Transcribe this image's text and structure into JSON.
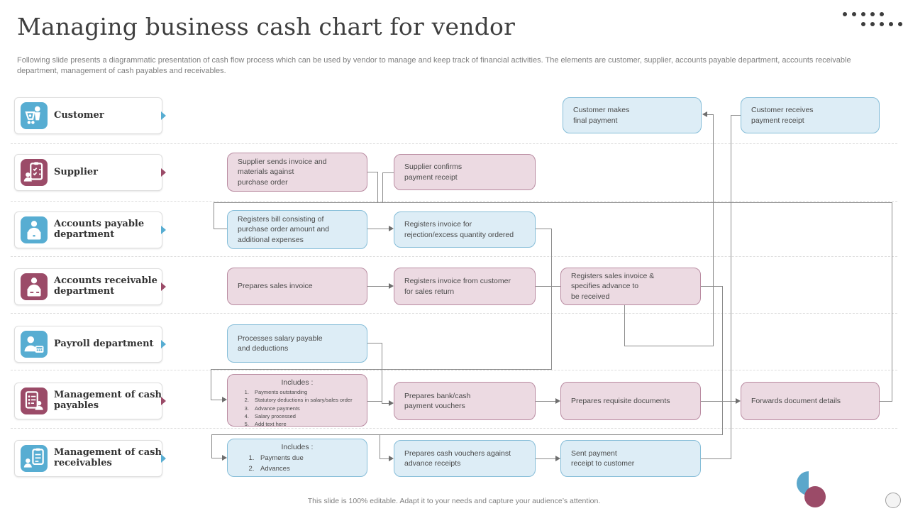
{
  "slide": {
    "title": "Managing business cash chart for vendor",
    "subtitle": "Following slide presents a diagrammatic presentation of cash flow process which can be used by vendor to manage and keep track of financial activities. The elements are customer, supplier, accounts payable department, accounts receivable department, management of cash payables and receivables.",
    "footer": "This slide is 100% editable. Adapt it to your needs and capture your audience’s attention."
  },
  "colors": {
    "accent_blue": "#57add2",
    "accent_maroon": "#9b4b68",
    "box_blue_fill": "#ddedf6",
    "box_blue_border": "#85bdd8",
    "box_pink_fill": "#ecdae2",
    "box_pink_border": "#b98ba1",
    "connector_gray": "#8c8c8c",
    "dots_gray": "#3d3d3d"
  },
  "sidebar": {
    "items": [
      {
        "label": "Customer",
        "icon": "customer-cart-icon",
        "tone": "blue"
      },
      {
        "label": "Supplier",
        "icon": "supplier-clipboard-icon",
        "tone": "maroon"
      },
      {
        "label": "Accounts payable department",
        "icon": "accounts-payable-icon",
        "tone": "blue"
      },
      {
        "label": "Accounts receivable department",
        "icon": "accounts-receivable-icon",
        "tone": "maroon"
      },
      {
        "label": "Payroll department",
        "icon": "payroll-calculator-icon",
        "tone": "blue"
      },
      {
        "label": "Management of cash payables",
        "icon": "cash-payables-icon",
        "tone": "maroon"
      },
      {
        "label": "Management of cash receivables",
        "icon": "cash-receivables-icon",
        "tone": "blue"
      }
    ]
  },
  "flow": {
    "boxes": [
      {
        "id": "customer-makes-final-payment",
        "tone": "blue",
        "text": "Customer makes\nfinal payment"
      },
      {
        "id": "customer-receives-payment-receipt",
        "tone": "blue",
        "text": "Customer receives\npayment receipt"
      },
      {
        "id": "supplier-sends-invoice",
        "tone": "pink",
        "text": "Supplier sends invoice and\nmaterials against\npurchase order"
      },
      {
        "id": "supplier-confirms-payment-receipt",
        "tone": "pink",
        "text": "Supplier confirms\npayment receipt"
      },
      {
        "id": "registers-bill",
        "tone": "blue",
        "text": "Registers bill consisting of\npurchase order amount and\nadditional expenses"
      },
      {
        "id": "registers-invoice-rejection",
        "tone": "blue",
        "text": "Registers invoice for\nrejection/excess quantity ordered"
      },
      {
        "id": "prepares-sales-invoice",
        "tone": "pink",
        "text": "Prepares sales invoice"
      },
      {
        "id": "registers-invoice-sales-return",
        "tone": "pink",
        "text": "Registers invoice from customer\nfor sales return"
      },
      {
        "id": "registers-sales-invoice-advance",
        "tone": "pink",
        "text": "Registers sales invoice &\nspecifies advance to\nbe received"
      },
      {
        "id": "processes-salary-payable",
        "tone": "blue",
        "text": "Processes salary payable\nand deductions"
      },
      {
        "id": "prepares-bank-cash-vouchers",
        "tone": "pink",
        "text": "Prepares bank/cash\npayment vouchers"
      },
      {
        "id": "prepares-requisite-documents",
        "tone": "pink",
        "text": "Prepares requisite documents"
      },
      {
        "id": "forwards-document-details",
        "tone": "pink",
        "text": "Forwards document details"
      },
      {
        "id": "prepares-cash-vouchers-advance",
        "tone": "blue",
        "text": "Prepares cash vouchers against\nadvance receipts"
      },
      {
        "id": "sent-payment-receipt",
        "tone": "blue",
        "text": "Sent payment\nreceipt to customer"
      }
    ],
    "includes_payables": {
      "title": "Includes :",
      "items": [
        "Payments  outstanding",
        "Statutory  deductions  in salary/sales order",
        "Advance  payments",
        "Salary  processed",
        "Add text here"
      ]
    },
    "includes_receivables": {
      "title": "Includes :",
      "items": [
        "Payments  due",
        "Advances"
      ]
    }
  }
}
